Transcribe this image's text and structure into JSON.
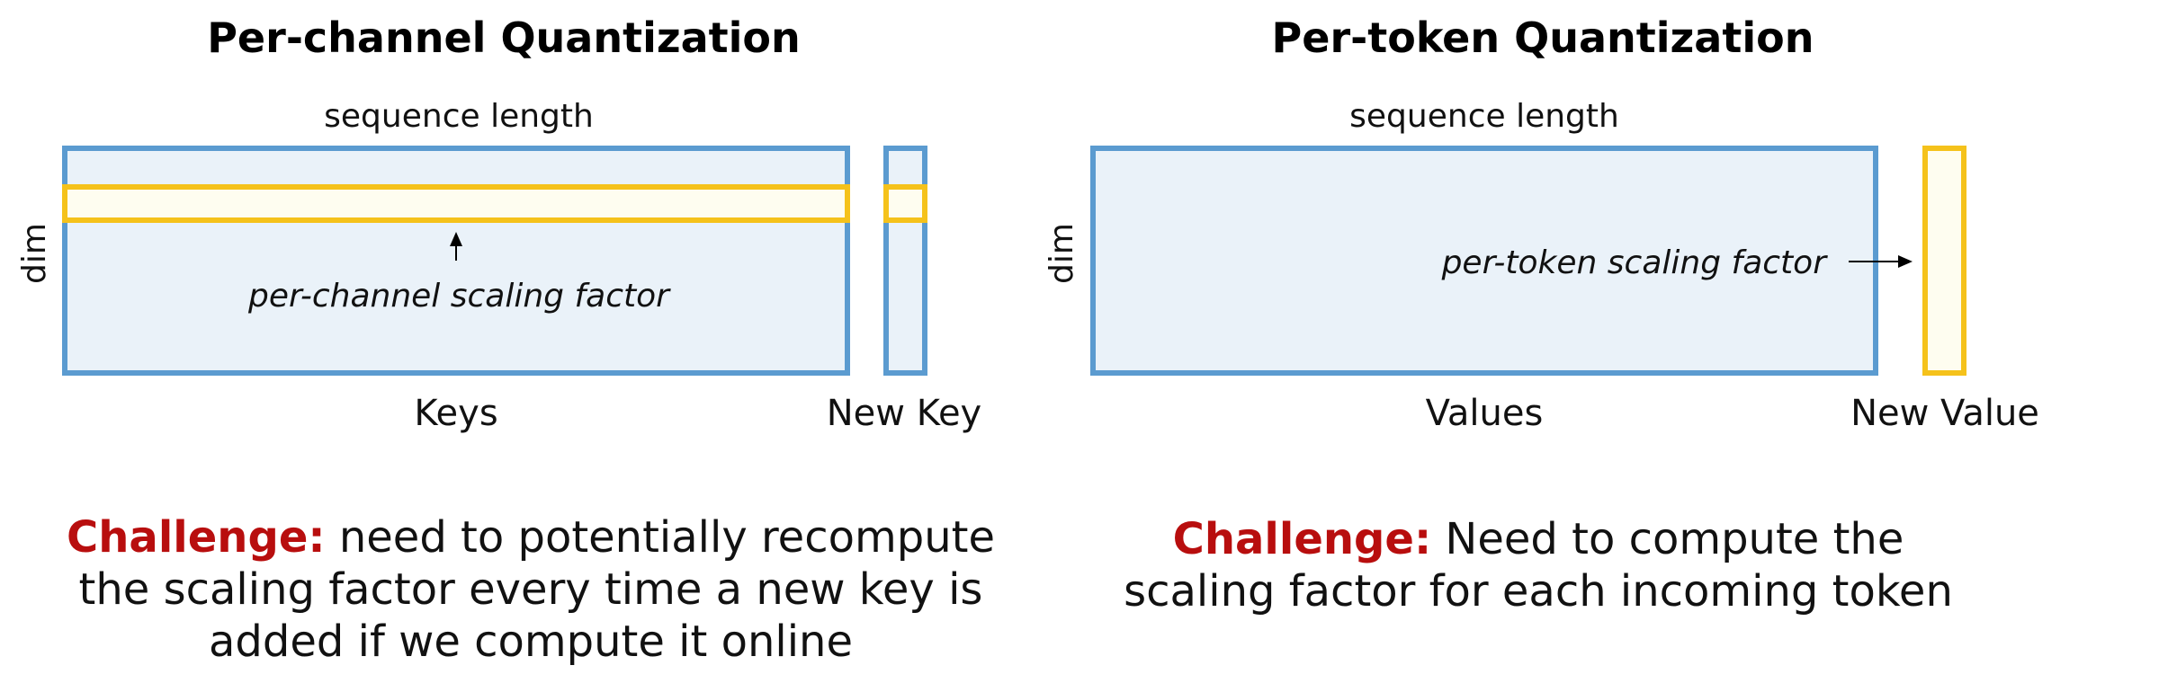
{
  "left_panel": {
    "title": "Per-channel Quantization",
    "seq_label": "sequence length",
    "dim_label": "dim",
    "scaling_label": "per-channel scaling factor",
    "matrix_label": "Keys",
    "new_label": "New Key",
    "challenge_keyword": "Challenge:",
    "challenge_line1": "need to potentially recompute",
    "challenge_line2": "the scaling factor every time a new key is",
    "challenge_line3": "added if we compute it online"
  },
  "right_panel": {
    "title": "Per-token Quantization",
    "seq_label": "sequence length",
    "dim_label": "dim",
    "scaling_label": "per-token scaling factor",
    "matrix_label": "Values",
    "new_label": "New Value",
    "challenge_keyword": "Challenge:",
    "challenge_line1": "Need to compute the",
    "challenge_line2": "scaling factor for each incoming token"
  },
  "colors": {
    "matrix_fill": "#eaf2f9",
    "matrix_border": "#5b9bd0",
    "scale_fill": "#fefdf0",
    "scale_border": "#f5c21b",
    "challenge_red": "#b80e0e"
  }
}
